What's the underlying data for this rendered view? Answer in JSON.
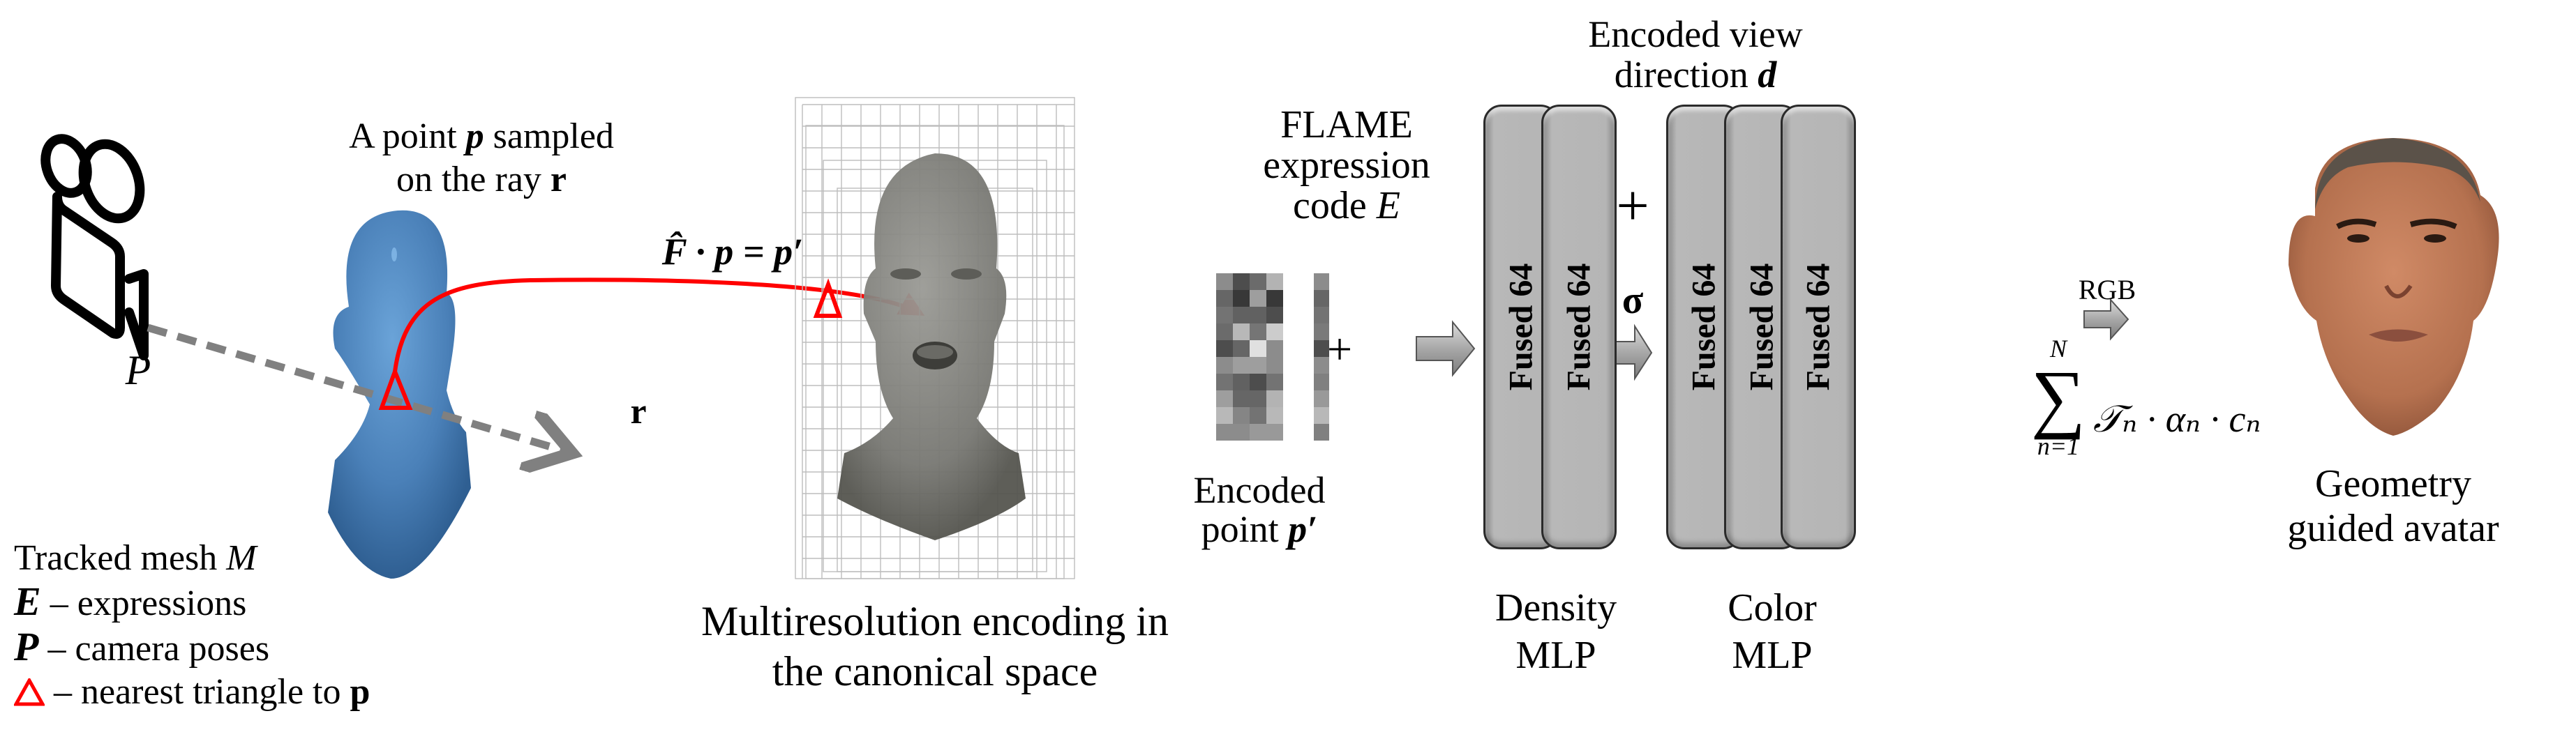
{
  "figure": {
    "camera": {
      "label": "P"
    },
    "sampled_point": {
      "line1": "A point",
      "var": "p",
      "line1_rest": "sampled",
      "line2": "on the ray",
      "ray_var": "r"
    },
    "ray_label": "r",
    "deformation_eq": {
      "lhs": "F̂ · p = p′"
    },
    "legend": {
      "title": "Tracked mesh",
      "title_var": "M",
      "items": [
        {
          "symbol": "E",
          "text": "– expressions"
        },
        {
          "symbol": "P",
          "text": "– camera poses"
        },
        {
          "symbol": "triangle",
          "text": "– nearest triangle to",
          "var": "p"
        }
      ]
    },
    "canonical_caption": {
      "line1": "Multiresolution encoding in",
      "line2": "the canonical space"
    },
    "flame_label": {
      "line1": "FLAME",
      "line2": "expression",
      "line3": "code",
      "var": "E"
    },
    "encoded_point": {
      "line1": "Encoded",
      "line2": "point",
      "var": "p′"
    },
    "plus_symbol": "+",
    "view_dir_label": {
      "line1": "Encoded view",
      "line2": "direction",
      "var": "d"
    },
    "sigma_label": "σ",
    "density_mlp": {
      "layers": [
        "Fused 64",
        "Fused 64"
      ],
      "caption_line1": "Density",
      "caption_line2": "MLP"
    },
    "color_mlp": {
      "layers": [
        "Fused 64",
        "Fused 64",
        "Fused 64"
      ],
      "caption_line1": "Color",
      "caption_line2": "MLP"
    },
    "rgb_label": "RGB",
    "render_eq": {
      "sum_top": "N",
      "sum_bottom": "n=1",
      "body": "𝒯ₙ · αₙ · cₙ"
    },
    "output_caption": {
      "line1": "Geometry",
      "line2": "guided avatar"
    },
    "colors": {
      "mesh_blue": "#4a80b8",
      "canonical_gray": "#7a7a76",
      "red_accent": "#ff0000",
      "ray_gray": "#808080",
      "layer_gray": "#b3b3b3",
      "skin": "#b5714f"
    },
    "encoding_grid": [
      [
        0.55,
        0.3,
        0.42,
        0.7
      ],
      [
        0.4,
        0.22,
        0.62,
        0.22
      ],
      [
        0.45,
        0.38,
        0.38,
        0.3
      ],
      [
        0.42,
        0.72,
        0.46,
        0.8
      ],
      [
        0.3,
        0.4,
        0.88,
        0.55
      ],
      [
        0.55,
        0.62,
        0.62,
        0.55
      ],
      [
        0.45,
        0.38,
        0.3,
        0.45
      ],
      [
        0.62,
        0.4,
        0.4,
        0.7
      ],
      [
        0.72,
        0.52,
        0.45,
        0.72
      ],
      [
        0.55,
        0.55,
        0.6,
        0.6
      ]
    ],
    "expression_code": [
      0.55,
      0.4,
      0.45,
      0.48,
      0.3,
      0.55,
      0.5,
      0.6,
      0.72,
      0.5
    ]
  }
}
